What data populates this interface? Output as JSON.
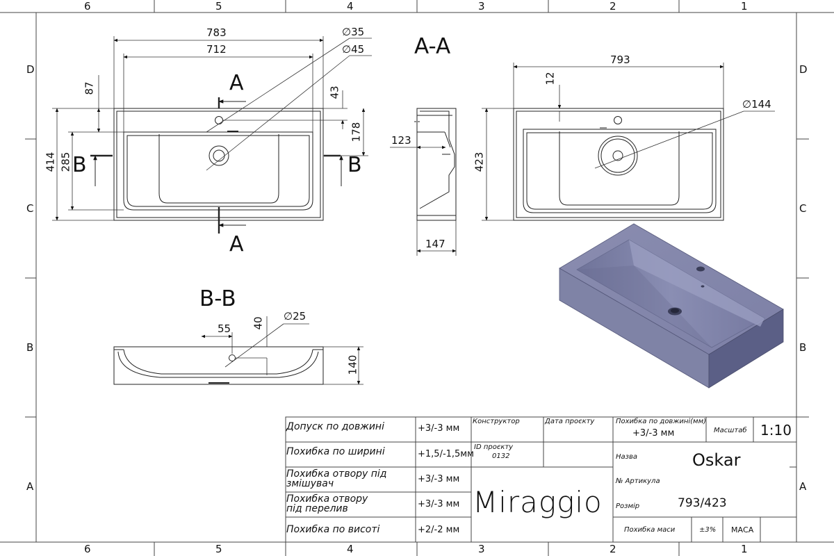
{
  "grid": {
    "columns": [
      "6",
      "5",
      "4",
      "3",
      "2",
      "1"
    ],
    "rows": [
      "D",
      "C",
      "B",
      "A"
    ]
  },
  "top_view": {
    "dims": {
      "overall_width": "783",
      "bowl_width": "712",
      "hole_mixer": "∅35",
      "hole_drain": "∅45",
      "top_margin": "87",
      "hole_offset": "43",
      "height_178": "178",
      "overall_depth": "414",
      "bowl_depth": "285"
    },
    "cut_a": "A",
    "cut_b": "B"
  },
  "section_aa": {
    "title": "A-A",
    "dims": {
      "depth_123": "123",
      "height_147": "147"
    }
  },
  "right_view": {
    "dims": {
      "width": "793",
      "rim": "12",
      "drain": "∅144",
      "depth": "423"
    }
  },
  "section_bb": {
    "title": "B-B",
    "dims": {
      "d55": "55",
      "d40": "40",
      "hole": "∅25",
      "height": "140"
    }
  },
  "title_block": {
    "rows": [
      {
        "label": "Допуск по довжині",
        "value": "+3/-3 мм"
      },
      {
        "label": "Похибка по ширині",
        "value": "+1,5/-1,5мм"
      },
      {
        "label_1": "Похибка отвору під",
        "label_2": "змішувач",
        "value": "+3/-3 мм"
      },
      {
        "label_1": "Похибка отвору",
        "label_2": "під перелив",
        "value": "+3/-3 мм"
      },
      {
        "label": "Похибка по висоті",
        "value": "+2/-2 мм"
      }
    ],
    "designer_label": "Конструктор",
    "date_label": "Дата проєкту",
    "project_id_label": "ID проєкту",
    "project_id": "0132",
    "brand": "Miraggio",
    "length_err_label": "Похибка по довжині(мм)",
    "length_err_value": "+3/-3 мм",
    "scale_label": "Масштаб",
    "scale_value": "1:10",
    "name_label": "Назва",
    "name_value": "Oskar",
    "article_label": "№ Артикула",
    "size_label": "Розмір",
    "size_value": "793/423",
    "mass_err_label": "Похибка маси",
    "mass_err_value": "±3%",
    "mass_label": "МАСА"
  }
}
